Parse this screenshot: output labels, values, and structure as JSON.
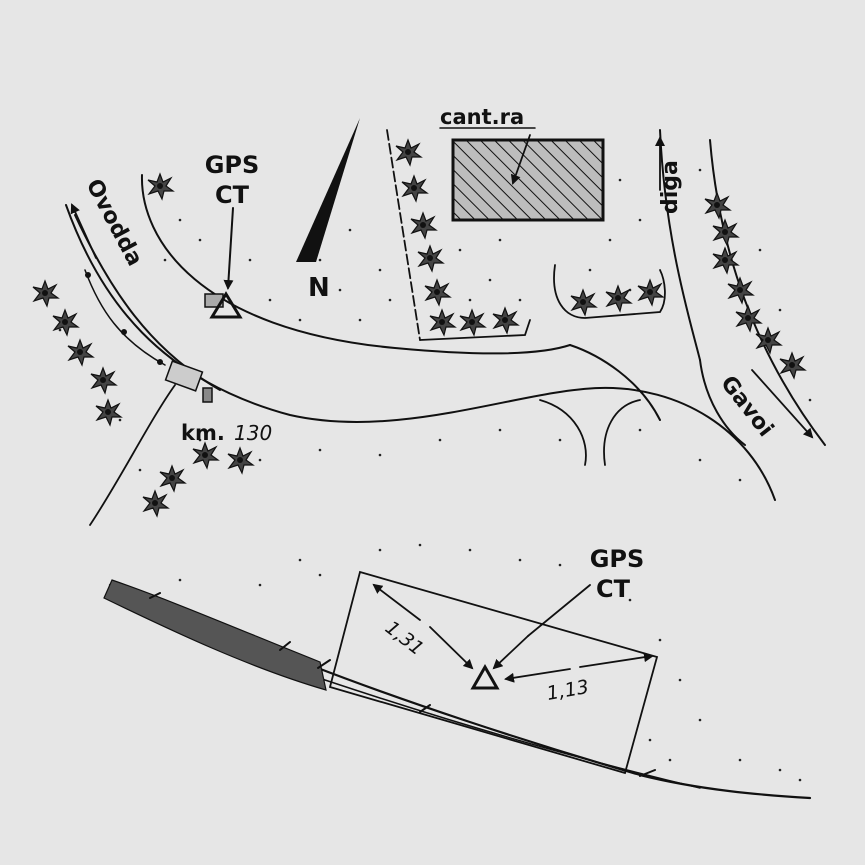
{
  "labels": {
    "gps_top": "GPS",
    "ct_top": "CT",
    "gps_bottom": "GPS",
    "ct_bottom": "CT",
    "ovodda": "Ovodda",
    "cantiera": "cant.ra",
    "diga": "diga",
    "gavoi": "Gavoi",
    "km": "km.",
    "km_num": "130",
    "north": "N",
    "dist_1": "1,31",
    "dist_2": "1,13"
  },
  "colors": {
    "ink": "#111111",
    "paper": "#e6e6e6"
  }
}
